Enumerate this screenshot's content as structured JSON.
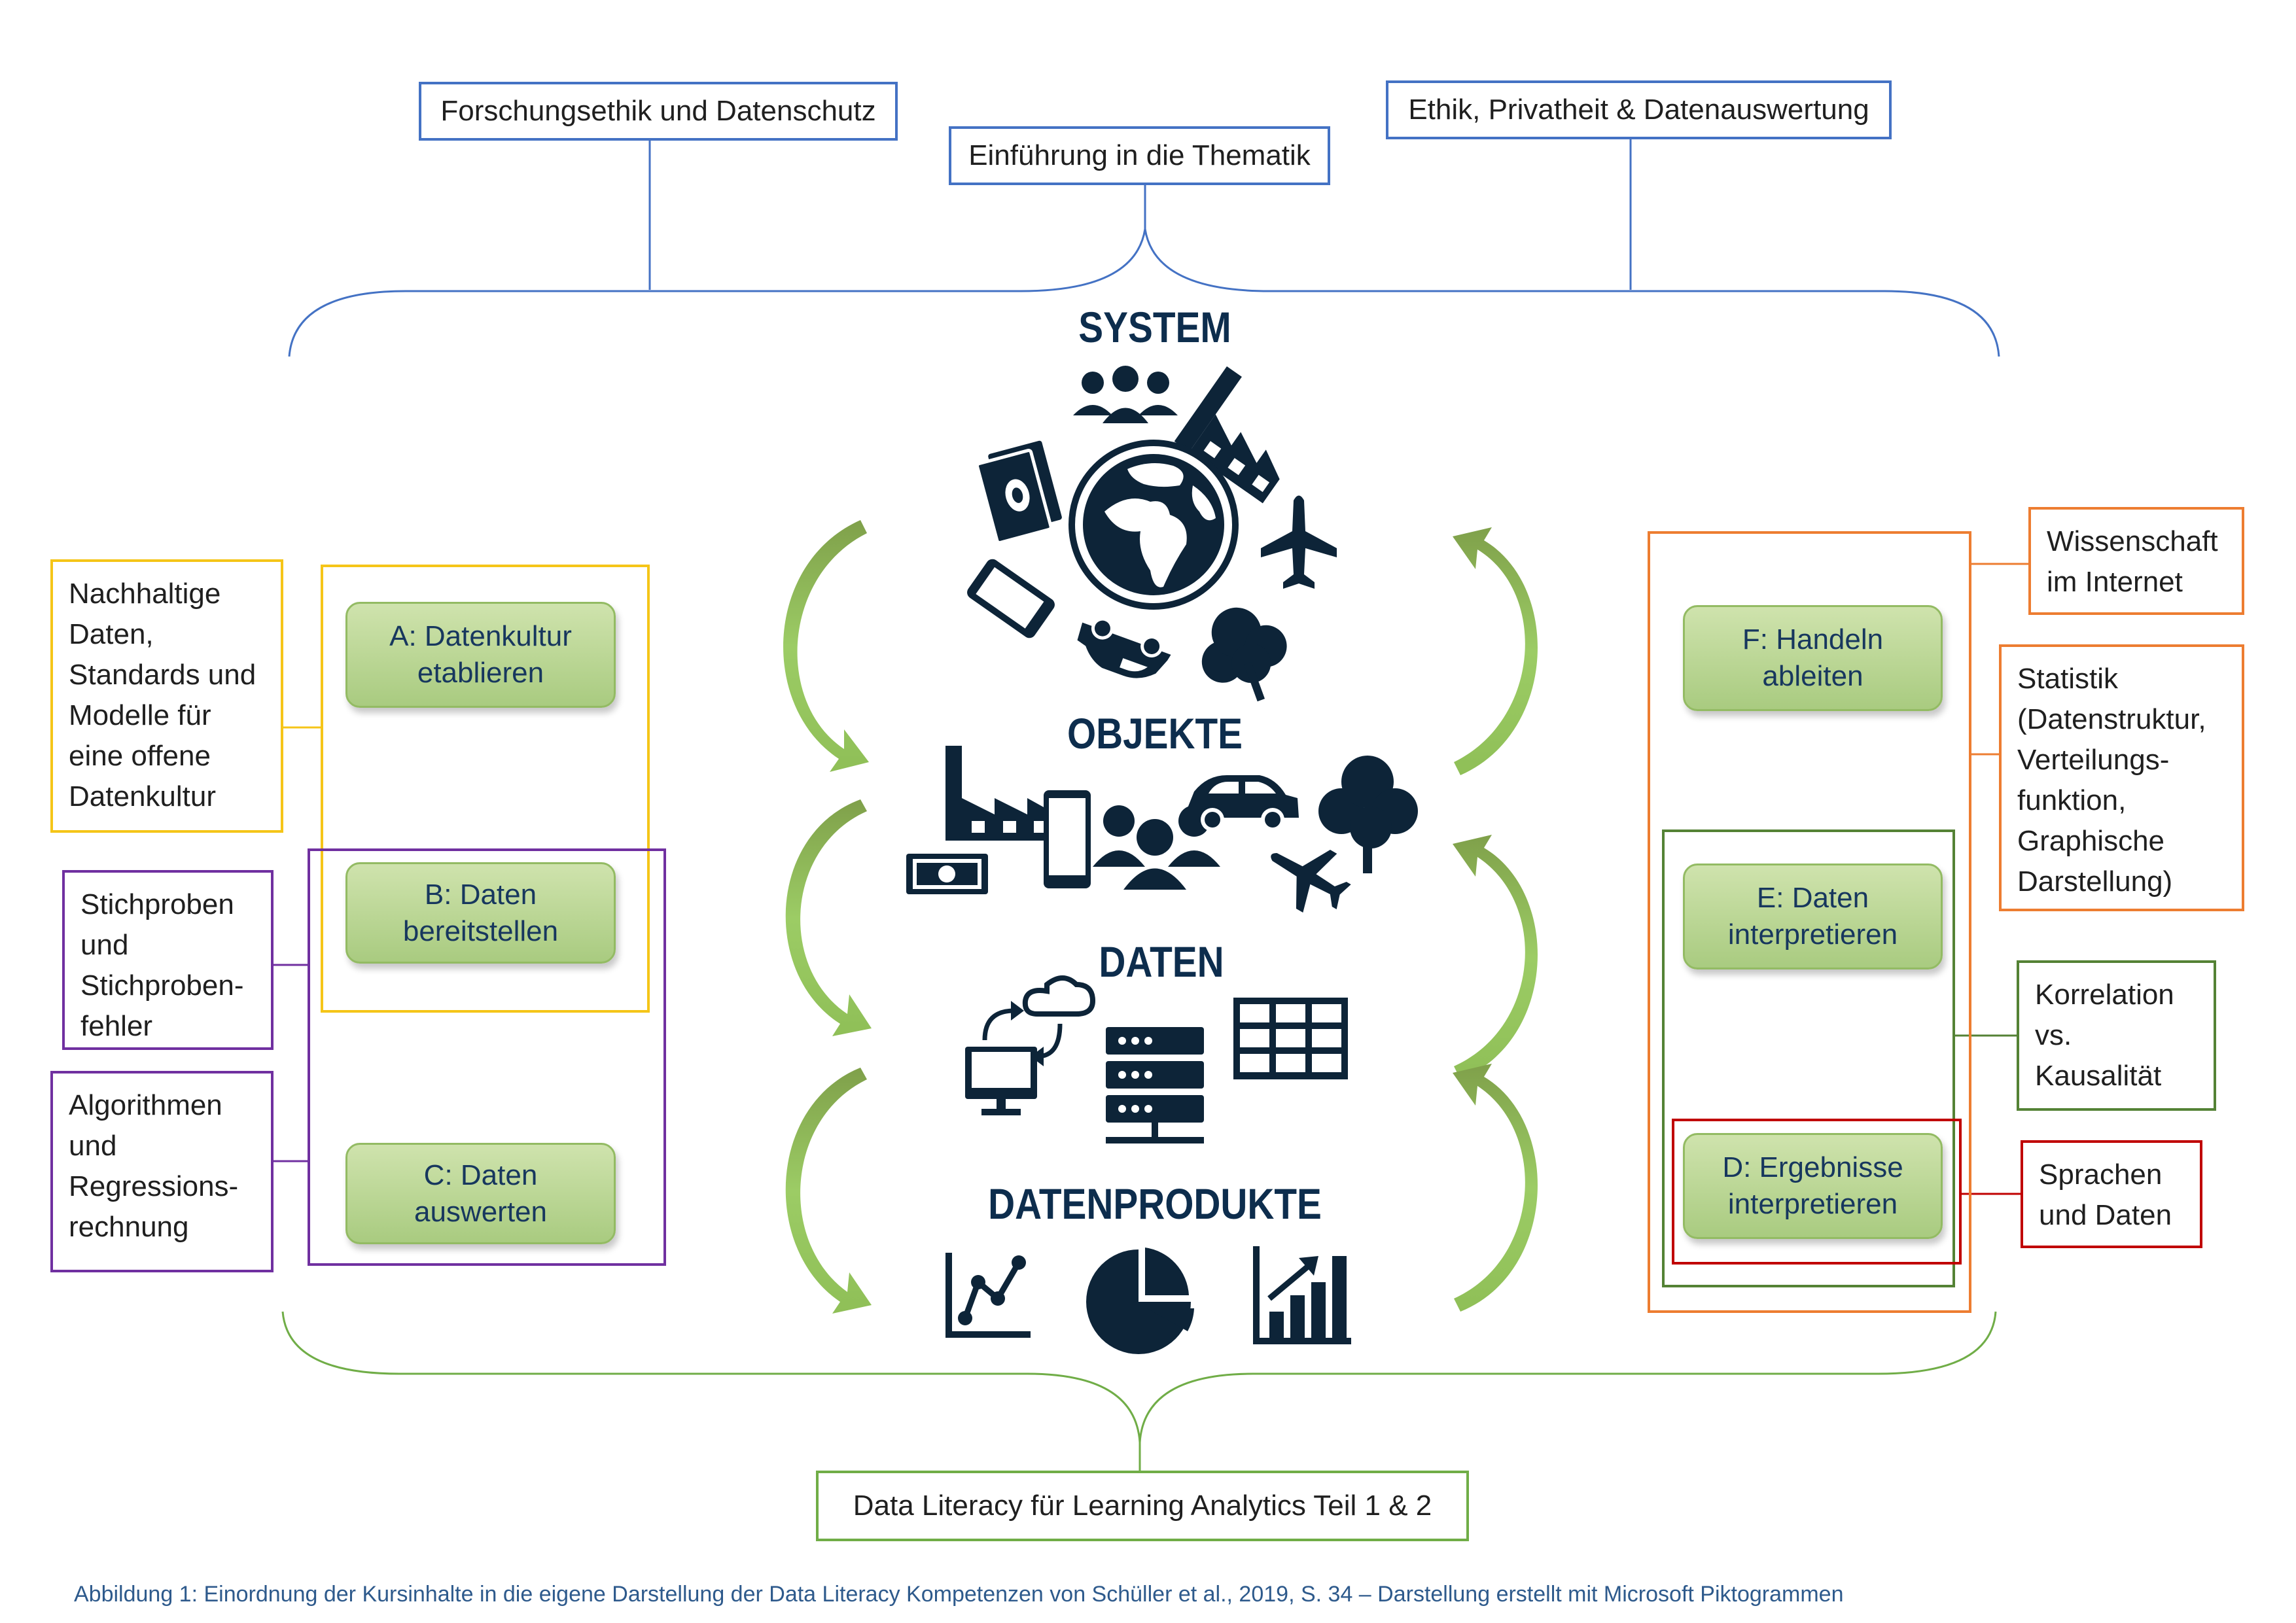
{
  "top": {
    "left": "Forschungsethik und Datenschutz",
    "center": "Einführung in die Thematik",
    "right": "Ethik, Privatheit & Datenauswertung"
  },
  "levels": {
    "system": "SYSTEM",
    "objekte": "OBJEKTE",
    "daten": "DATEN",
    "datenprodukte": "DATENPRODUKTE"
  },
  "left_steps": [
    {
      "line1": "A: Datenkultur",
      "line2": "etablieren"
    },
    {
      "line1": "B: Daten",
      "line2": "bereitstellen"
    },
    {
      "line1": "C: Daten",
      "line2": "auswerten"
    }
  ],
  "right_steps": [
    {
      "line1": "F: Handeln",
      "line2": "ableiten"
    },
    {
      "line1": "E: Daten",
      "line2": "interpretieren"
    },
    {
      "line1": "D: Ergebnisse",
      "line2": "interpretieren"
    }
  ],
  "left_notes": [
    [
      "Nachhaltige",
      "Daten,",
      "Standards und",
      "Modelle für",
      "eine offene",
      "Datenkultur"
    ],
    [
      "Stichproben",
      "und",
      "Stichproben-",
      "fehler"
    ],
    [
      "Algorithmen",
      "und",
      "Regressions-",
      "rechnung"
    ]
  ],
  "right_notes": [
    [
      "Wissenschaft",
      "im Internet"
    ],
    [
      "Statistik",
      "(Datenstruktur,",
      "Verteilungs-",
      "funktion,",
      "Graphische",
      "Darstellung)"
    ],
    [
      "Korrelation",
      "vs.",
      "Kausalität"
    ],
    [
      "Sprachen",
      "und Daten"
    ]
  ],
  "bottom": "Data Literacy für Learning Analytics Teil 1 & 2",
  "caption": "Abbildung 1: Einordnung der Kursinhalte in die eigene Darstellung der Data Literacy Kompetenzen von Schüller et al., 2019, S. 34 – Darstellung erstellt mit Microsoft Piktogrammen",
  "colors": {
    "blue_box": "#4472c4",
    "yellow": "#f5c518",
    "purple": "#7030a0",
    "orange": "#ed7d31",
    "green_frame": "#548235",
    "red": "#c00000",
    "bottom_box": "#70ad47",
    "icons": "#0d2438",
    "arrow_green": "#8fbf57"
  },
  "icons": [
    "people-icon",
    "factory-icon",
    "money-icon",
    "globe-icon",
    "airplane-icon",
    "phone-icon",
    "car-icon",
    "tree-icon",
    "cloud-sync-icon",
    "server-icon",
    "table-icon",
    "line-chart-icon",
    "pie-chart-icon",
    "bar-chart-icon"
  ]
}
